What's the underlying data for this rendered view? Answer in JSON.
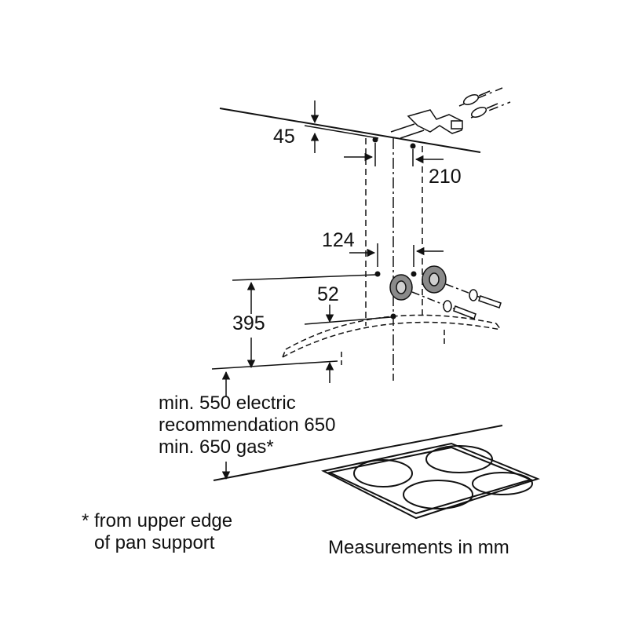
{
  "dimensions": {
    "top_offset": "45",
    "bracket_spacing": "210",
    "screw_spacing": "124",
    "screw_drop": "52",
    "hood_height": "395"
  },
  "clearance": {
    "line1": "min. 550 electric",
    "line2": "recommendation 650",
    "line3": "min. 650 gas*"
  },
  "footnote": {
    "line1": "* from upper edge",
    "line2": "of pan support"
  },
  "units_note": "Measurements in mm",
  "colors": {
    "line": "#111111",
    "fixing_gray": "#8a8a8a",
    "background": "#ffffff"
  }
}
